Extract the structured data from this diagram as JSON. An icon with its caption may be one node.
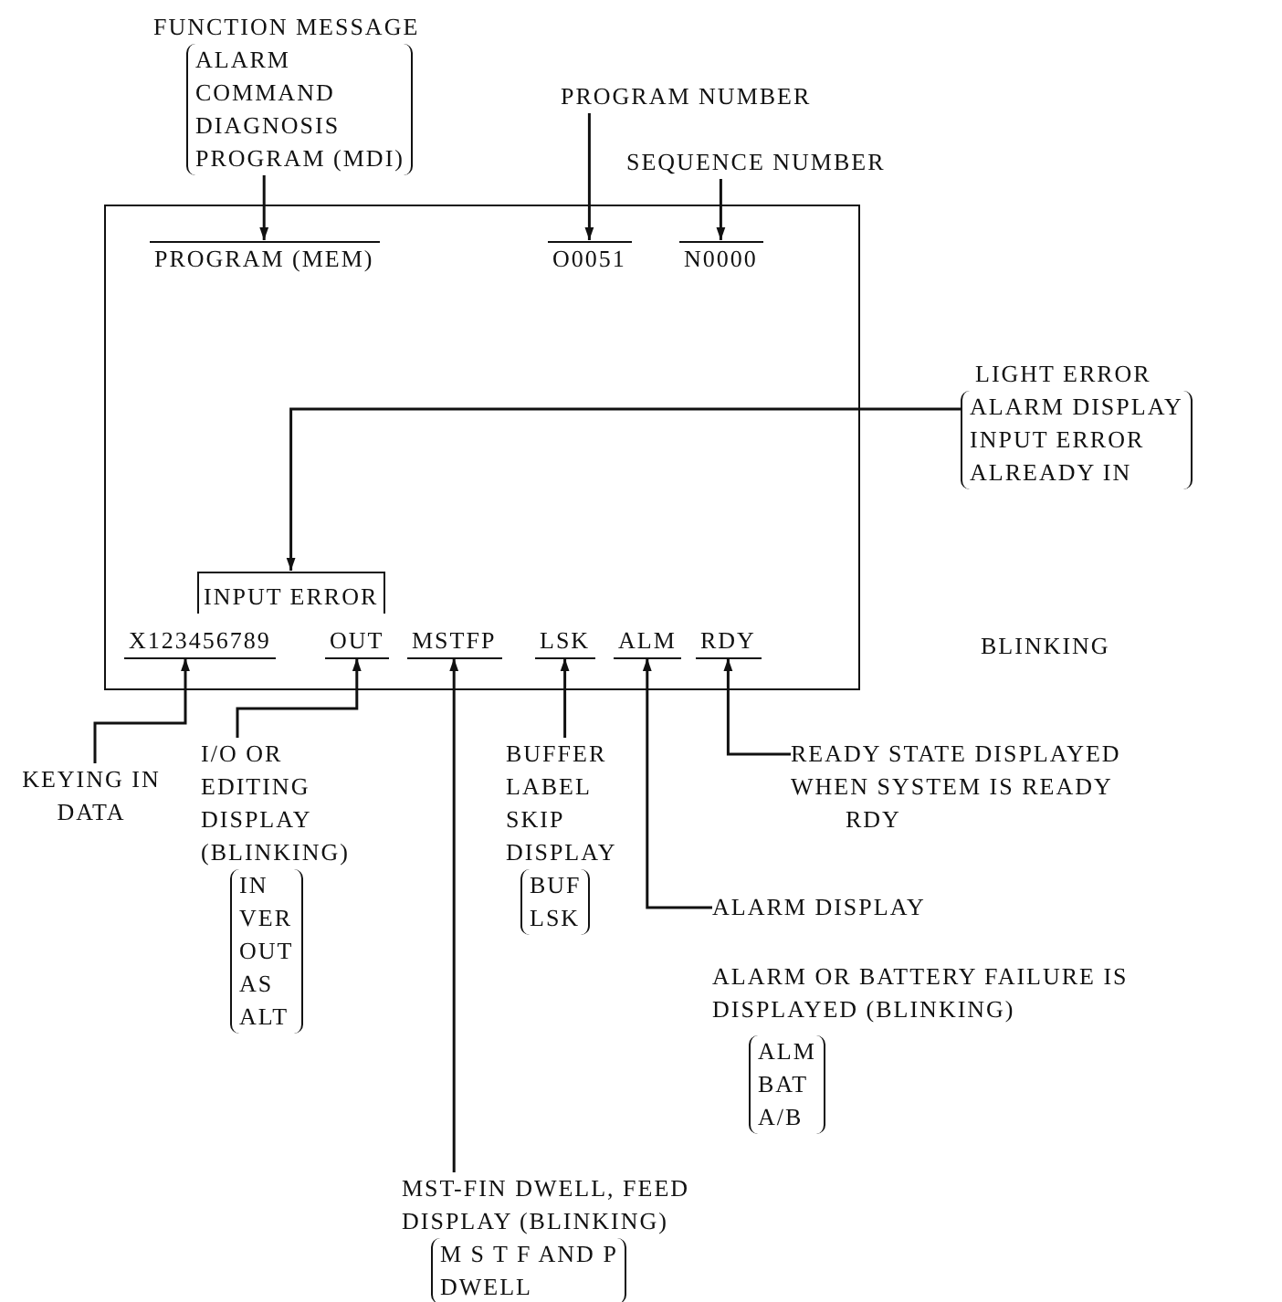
{
  "diagram": {
    "nodes": [
      {
        "text": [],
        "shape": "box"
      },
      {
        "text": [
          "FUNCTION MESSAGE",
          "ALARM",
          "COMMAND",
          "DIAGNOSIS",
          "PROGRAM (MDI)"
        ]
      },
      {
        "text": [
          "PROGRAM (MEM)"
        ],
        "in": 0
      },
      {
        "text": [
          "PROGRAM NUMBER"
        ]
      },
      {
        "text": [
          "O0051"
        ],
        "in": 0
      },
      {
        "text": [
          "SEQUENCE NUMBER"
        ]
      },
      {
        "text": [
          "N0000"
        ],
        "in": 0
      },
      {
        "text": [
          "LIGHT ERROR",
          "ALARM DISPLAY",
          "INPUT ERROR",
          "ALREADY IN"
        ]
      },
      {
        "text": [
          "INPUT ERROR"
        ],
        "in": 0
      },
      {
        "text": [
          "X123456789"
        ],
        "in": 0
      },
      {
        "text": [
          "OUT"
        ],
        "in": 0
      },
      {
        "text": [
          "MSTFP"
        ],
        "in": 0
      },
      {
        "text": [
          "LSK"
        ],
        "in": 0
      },
      {
        "text": [
          "ALM"
        ],
        "in": 0
      },
      {
        "text": [
          "RDY"
        ],
        "in": 0
      },
      {
        "text": [
          "KEYING IN DATA"
        ]
      },
      {
        "text": [
          "I/O OR EDITING DISPLAY (BLINKING)",
          "IN",
          "VER",
          "OUT",
          "AS",
          "ALT"
        ]
      },
      {
        "text": [
          "BUFFER LABEL SKIP DISPLAY",
          "BUF",
          "LSK"
        ]
      },
      {
        "text": [
          "READY STATE DISPLAYED WHEN SYSTEM IS READY",
          "RDY"
        ]
      },
      {
        "text": [
          "ALARM DISPLAY"
        ]
      },
      {
        "text": [
          "MST-FIN DWELL, FEED DISPLAY (BLINKING)",
          "M S T F AND P",
          "DWELL"
        ]
      }
    ],
    "edges": [
      {
        "from": 1,
        "to": 2,
        "arrow": "to"
      },
      {
        "from": 3,
        "to": 4,
        "arrow": "to"
      },
      {
        "from": 5,
        "to": 6,
        "arrow": "to"
      },
      {
        "from": 7,
        "to": 8,
        "arrow": "to"
      },
      {
        "from": 15,
        "to": 9,
        "arrow": "to"
      },
      {
        "from": 16,
        "to": 10,
        "arrow": "to"
      },
      {
        "from": 20,
        "to": 11,
        "arrow": "to"
      },
      {
        "from": 17,
        "to": 12,
        "arrow": "to"
      },
      {
        "from": 19,
        "to": 13,
        "arrow": "to"
      },
      {
        "from": 18,
        "to": 14,
        "arrow": "to"
      }
    ],
    "labels": [
      "BLINKING",
      "ALARM OR BATTERY FAILURE IS DISPLAYED (BLINKING)",
      "ALM",
      "BAT",
      "A/B"
    ]
  }
}
